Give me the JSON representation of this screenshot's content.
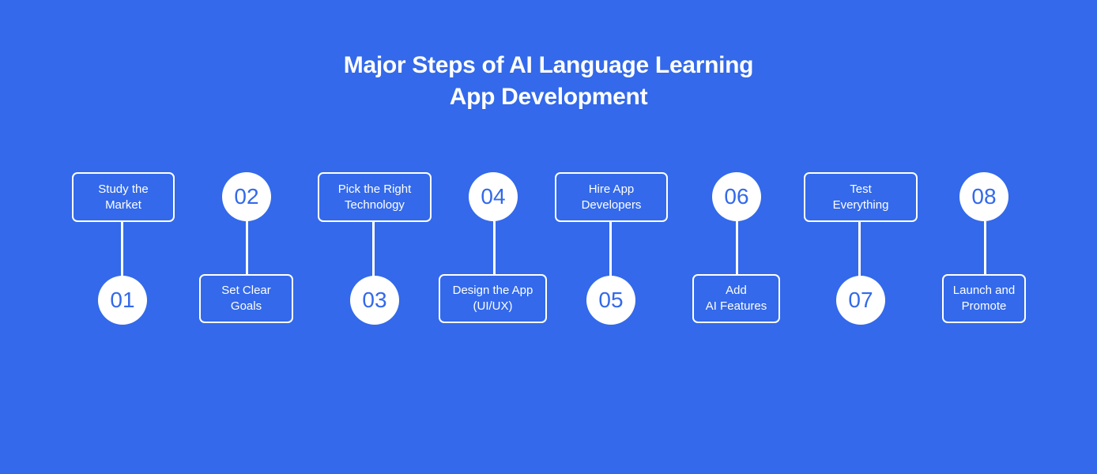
{
  "title": {
    "line1": "Major Steps of AI Language Learning",
    "line2": "App Development"
  },
  "colors": {
    "background": "#3369EA",
    "foreground": "#FFFFFF",
    "number": "#3369EA"
  },
  "steps": [
    {
      "number": "01",
      "line1": "Study the",
      "line2": "Market"
    },
    {
      "number": "02",
      "line1": "Set Clear",
      "line2": "Goals"
    },
    {
      "number": "03",
      "line1": "Pick the Right",
      "line2": "Technology"
    },
    {
      "number": "04",
      "line1": "Design the App",
      "line2": "(UI/UX)"
    },
    {
      "number": "05",
      "line1": "Hire App",
      "line2": "Developers"
    },
    {
      "number": "06",
      "line1": "Add",
      "line2": "AI Features"
    },
    {
      "number": "07",
      "line1": "Test",
      "line2": "Everything"
    },
    {
      "number": "08",
      "line1": "Launch and",
      "line2": "Promote"
    }
  ]
}
